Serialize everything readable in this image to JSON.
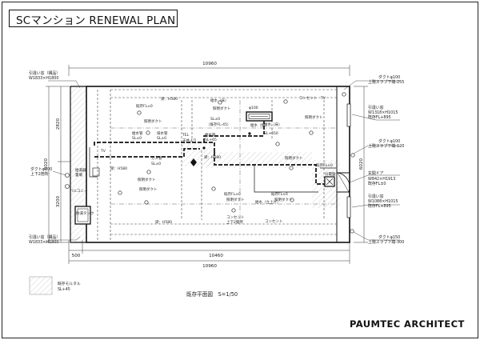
{
  "title": "SCマンション RENEWAL PLAN",
  "company": "PAUMTEC ARCHITECT",
  "drawing_title": "既存平面図　S=1/50",
  "legend": {
    "line1": "既存モルタル",
    "line2": "SL+45"
  },
  "dimensions": {
    "top": "10960",
    "bottom_inner": "10460",
    "bottom_left": "500",
    "bottom_total": "10960",
    "left_total": "6020",
    "left_upper": "2820",
    "left_lower": "3200",
    "right_total": "6020"
  },
  "annotations": {
    "win_top_left_1": "引違い窓（構品）",
    "win_top_left_2": "W1833×H1800",
    "win_bot_left_1": "引違い窓（構品）",
    "win_bot_left_2": "W1833×H1800",
    "duct_left_1": "ダクトφ100",
    "duct_left_2": "上下2箇所",
    "duct_tr_1": "ダクトφ100",
    "duct_tr_2": "上階スラブ下端-255",
    "win_r1_1": "引違い窓",
    "win_r1_2": "W1318×H1015",
    "win_r1_3": "既存FL+895",
    "duct_mr_1": "ダクトφ100",
    "duct_mr_2": "上階スラブ下端-120",
    "door_1": "玄関ドア",
    "door_2": "W842×H1913",
    "door_3": "既存FL±0",
    "win_r2_1": "引違い窓",
    "win_r2_2": "W1088×H1015",
    "win_r2_3": "既存FL+895",
    "duct_br_1": "ダクトφ150",
    "duct_br_2": "上階スラブ下端-300"
  },
  "room_labels": {
    "beam_h580_top": "梁：H580",
    "existing_fl_tl": "既存FL±0",
    "lighting_duct_1": "照明ダクト",
    "water_pipe_1": "給水管",
    "sl_top": "SL±0",
    "drain_pipe": "排水管",
    "sl_drain": "SL±0",
    "lighting_duct_top": "照明ダクト",
    "tel": "TEL",
    "tenbukuri": "天井より",
    "water_floor_1": "給水（床）",
    "existing_fl45": "（既存FL-45）",
    "sl_0_mid": "SL±0",
    "water_pipe_2": "給水管",
    "sl_65": "SL+65",
    "phi100": "φ100",
    "water_wall": "給水（壁）",
    "sl_650": "SL+650",
    "lighting_duct_r": "照明ダクト",
    "water_floor_2": "給水（床）",
    "consent_tv": "コンセント　TV",
    "gas_pipe": "ガス管",
    "sl_gas": "SL±0",
    "water_heater_1": "給湯器",
    "water_heater_2": "置場",
    "beam_h580_mid": "梁：H580",
    "beam_h680": "梁：H680",
    "lighting_duct_mid": "照明ダクト",
    "lighting_duct_left": "照明ダクト",
    "lighting_duct_c": "照明ダクト",
    "existing_fl_c": "既存FL±0",
    "lighting_duct_c2": "照明ダクト",
    "existing_fl_c2": "既存FL±0",
    "existing_fl_r": "既存FL±0",
    "distribution": "分電盤",
    "balcony": "バルコニー",
    "tank": "貯湯タンク",
    "beam_h580_bot": "梁：H580",
    "consent_ud_1": "コンセント",
    "consent_ud_2": "上下2箇所",
    "consent_b": "コンセント",
    "water_updown": "給水（立上げ）",
    "tv_l": "TV",
    "lighting_duct_rb": "照明ダクト"
  },
  "icons": [
    "circle-light-icon",
    "distribution-board-icon",
    "meter-box-icon",
    "door-swing-icon"
  ]
}
